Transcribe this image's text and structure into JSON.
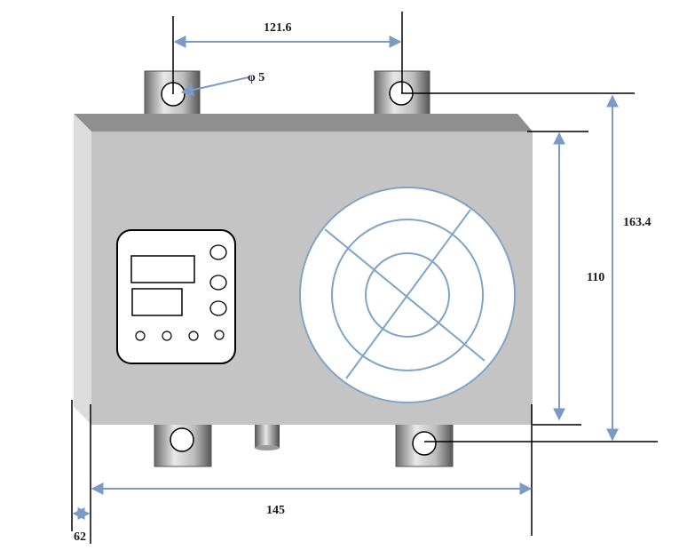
{
  "dimensions": {
    "top_mount_spacing": "121.6",
    "hole_diameter": "φ 5",
    "overall_height": "163.4",
    "body_height": "110",
    "body_width": "145",
    "depth_offset": "62"
  },
  "colors": {
    "body_front": "#c4c4c4",
    "body_top": "#8f8f8f",
    "body_side": "#dcdcdc",
    "dimension_line": "#7b9bc4",
    "fan_guard": "#7ea4c6",
    "outline": "#000000",
    "background": "#ffffff"
  },
  "controller": {
    "icon": "control-panel-icon",
    "displays": 2,
    "side_buttons": 3,
    "bottom_buttons": 4
  },
  "fan": {
    "icon": "fan-guard-icon",
    "rings": 3
  }
}
